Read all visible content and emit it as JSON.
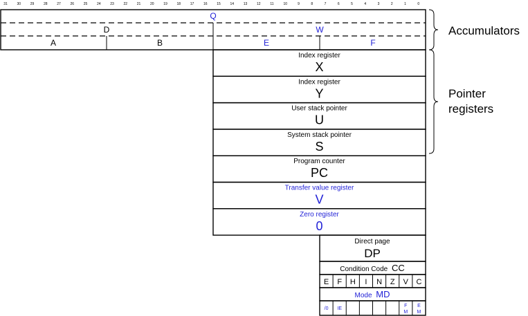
{
  "colors": {
    "black": "#000000",
    "blue": "#1f1fd6",
    "background": "#ffffff"
  },
  "bit_numbers": [
    "31",
    "30",
    "29",
    "28",
    "27",
    "26",
    "25",
    "24",
    "23",
    "22",
    "21",
    "20",
    "19",
    "18",
    "17",
    "16",
    "15",
    "14",
    "13",
    "12",
    "11",
    "10",
    "9",
    "8",
    "7",
    "6",
    "5",
    "4",
    "3",
    "2",
    "1",
    "0"
  ],
  "accumulators": {
    "q": "Q",
    "d": "D",
    "w": "W",
    "a": "A",
    "b": "B",
    "e": "E",
    "f": "F"
  },
  "registers": [
    {
      "label": "Index register",
      "name": "X",
      "blue": false
    },
    {
      "label": "Index register",
      "name": "Y",
      "blue": false
    },
    {
      "label": "User stack pointer",
      "name": "U",
      "blue": false
    },
    {
      "label": "System stack pointer",
      "name": "S",
      "blue": false
    },
    {
      "label": "Program counter",
      "name": "PC",
      "blue": false
    },
    {
      "label": "Transfer value register",
      "name": "V",
      "blue": true
    },
    {
      "label": "Zero register",
      "name": "0",
      "blue": true
    }
  ],
  "direct_page": {
    "label": "Direct page",
    "name": "DP"
  },
  "condition_code": {
    "label": "Condition Code",
    "name": "CC",
    "bits": [
      "E",
      "F",
      "H",
      "I",
      "N",
      "Z",
      "V",
      "C"
    ]
  },
  "mode": {
    "label": "Mode",
    "name": "MD",
    "bits": [
      {
        "top": "/0",
        "bottom": ""
      },
      {
        "top": "IE",
        "bottom": ""
      },
      {
        "top": "",
        "bottom": ""
      },
      {
        "top": "",
        "bottom": ""
      },
      {
        "top": "",
        "bottom": ""
      },
      {
        "top": "",
        "bottom": ""
      },
      {
        "top": "F",
        "bottom": "M"
      },
      {
        "top": "E",
        "bottom": "M"
      }
    ]
  },
  "groups": {
    "accumulators": "Accumulators",
    "pointer_line1": "Pointer",
    "pointer_line2": "registers"
  }
}
